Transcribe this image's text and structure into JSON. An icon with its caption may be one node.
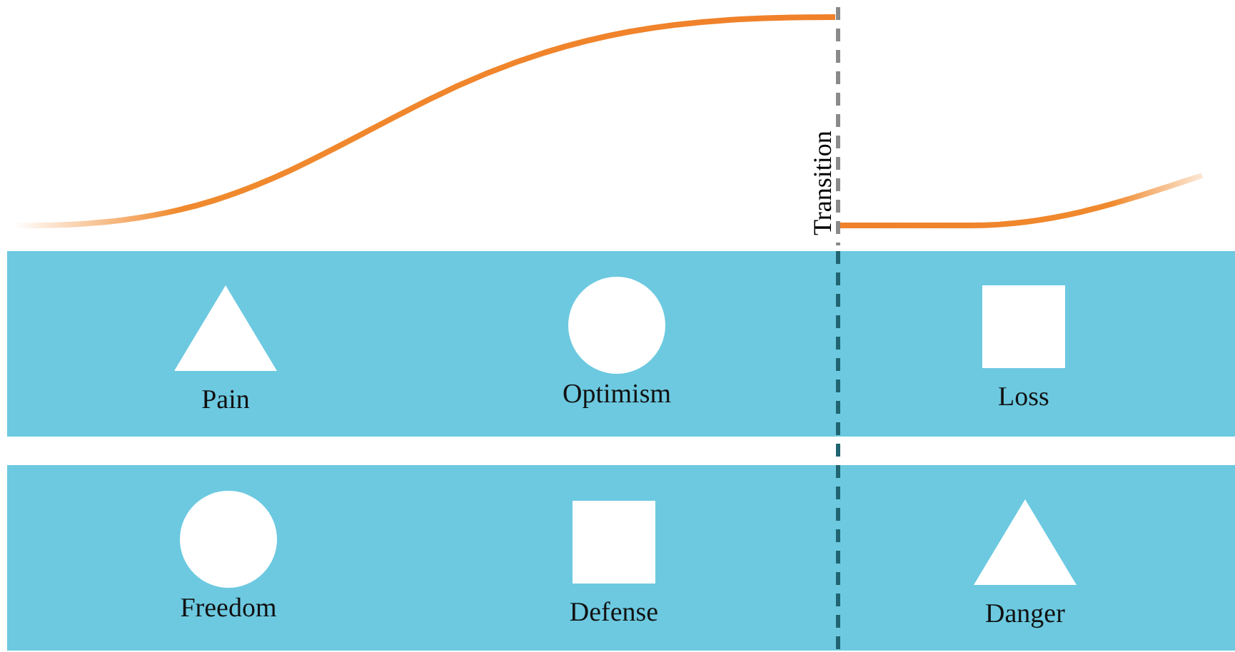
{
  "diagram": {
    "nodes": [
      {
        "text": [],
        "shape": "bar"
      },
      {
        "text": [
          "Pain"
        ],
        "in": 0
      },
      {
        "text": [
          "Optimism"
        ],
        "in": 0
      },
      {
        "text": [
          "Loss"
        ],
        "in": 0
      },
      {
        "text": [],
        "shape": "bar"
      },
      {
        "text": [
          "Freedom"
        ],
        "in": 4
      },
      {
        "text": [
          "Defense"
        ],
        "in": 4
      },
      {
        "text": [
          "Danger"
        ],
        "in": 4
      }
    ],
    "edges": [],
    "labels": [
      "Transition"
    ]
  }
}
